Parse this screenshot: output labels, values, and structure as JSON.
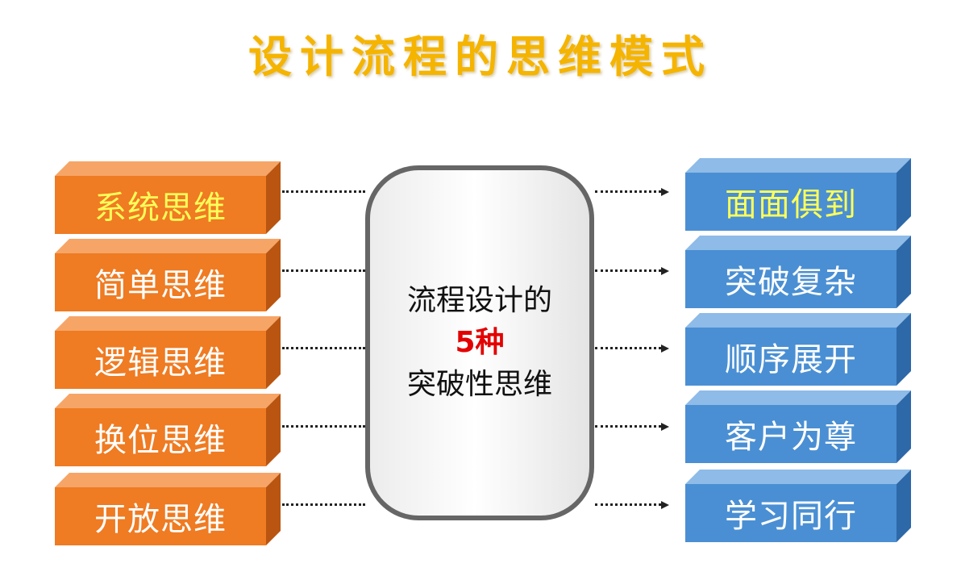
{
  "title": "设计流程的思维模式",
  "center": {
    "line1": "流程设计的",
    "line2": "5种",
    "line3": "突破性思维"
  },
  "left_items": [
    {
      "label": "系统思维",
      "highlight": true
    },
    {
      "label": "简单思维",
      "highlight": false
    },
    {
      "label": "逻辑思维",
      "highlight": false
    },
    {
      "label": "换位思维",
      "highlight": false
    },
    {
      "label": "开放思维",
      "highlight": false
    }
  ],
  "right_items": [
    {
      "label": "面面俱到",
      "highlight": true
    },
    {
      "label": "突破复杂",
      "highlight": false
    },
    {
      "label": "顺序展开",
      "highlight": false
    },
    {
      "label": "客户为尊",
      "highlight": false
    },
    {
      "label": "学习同行",
      "highlight": false
    }
  ],
  "colors": {
    "title": "#f5b400",
    "left_box": "#ef7b22",
    "right_box": "#4a8fd3",
    "highlight_text": "#ffff5a",
    "center_number": "#e30000"
  }
}
